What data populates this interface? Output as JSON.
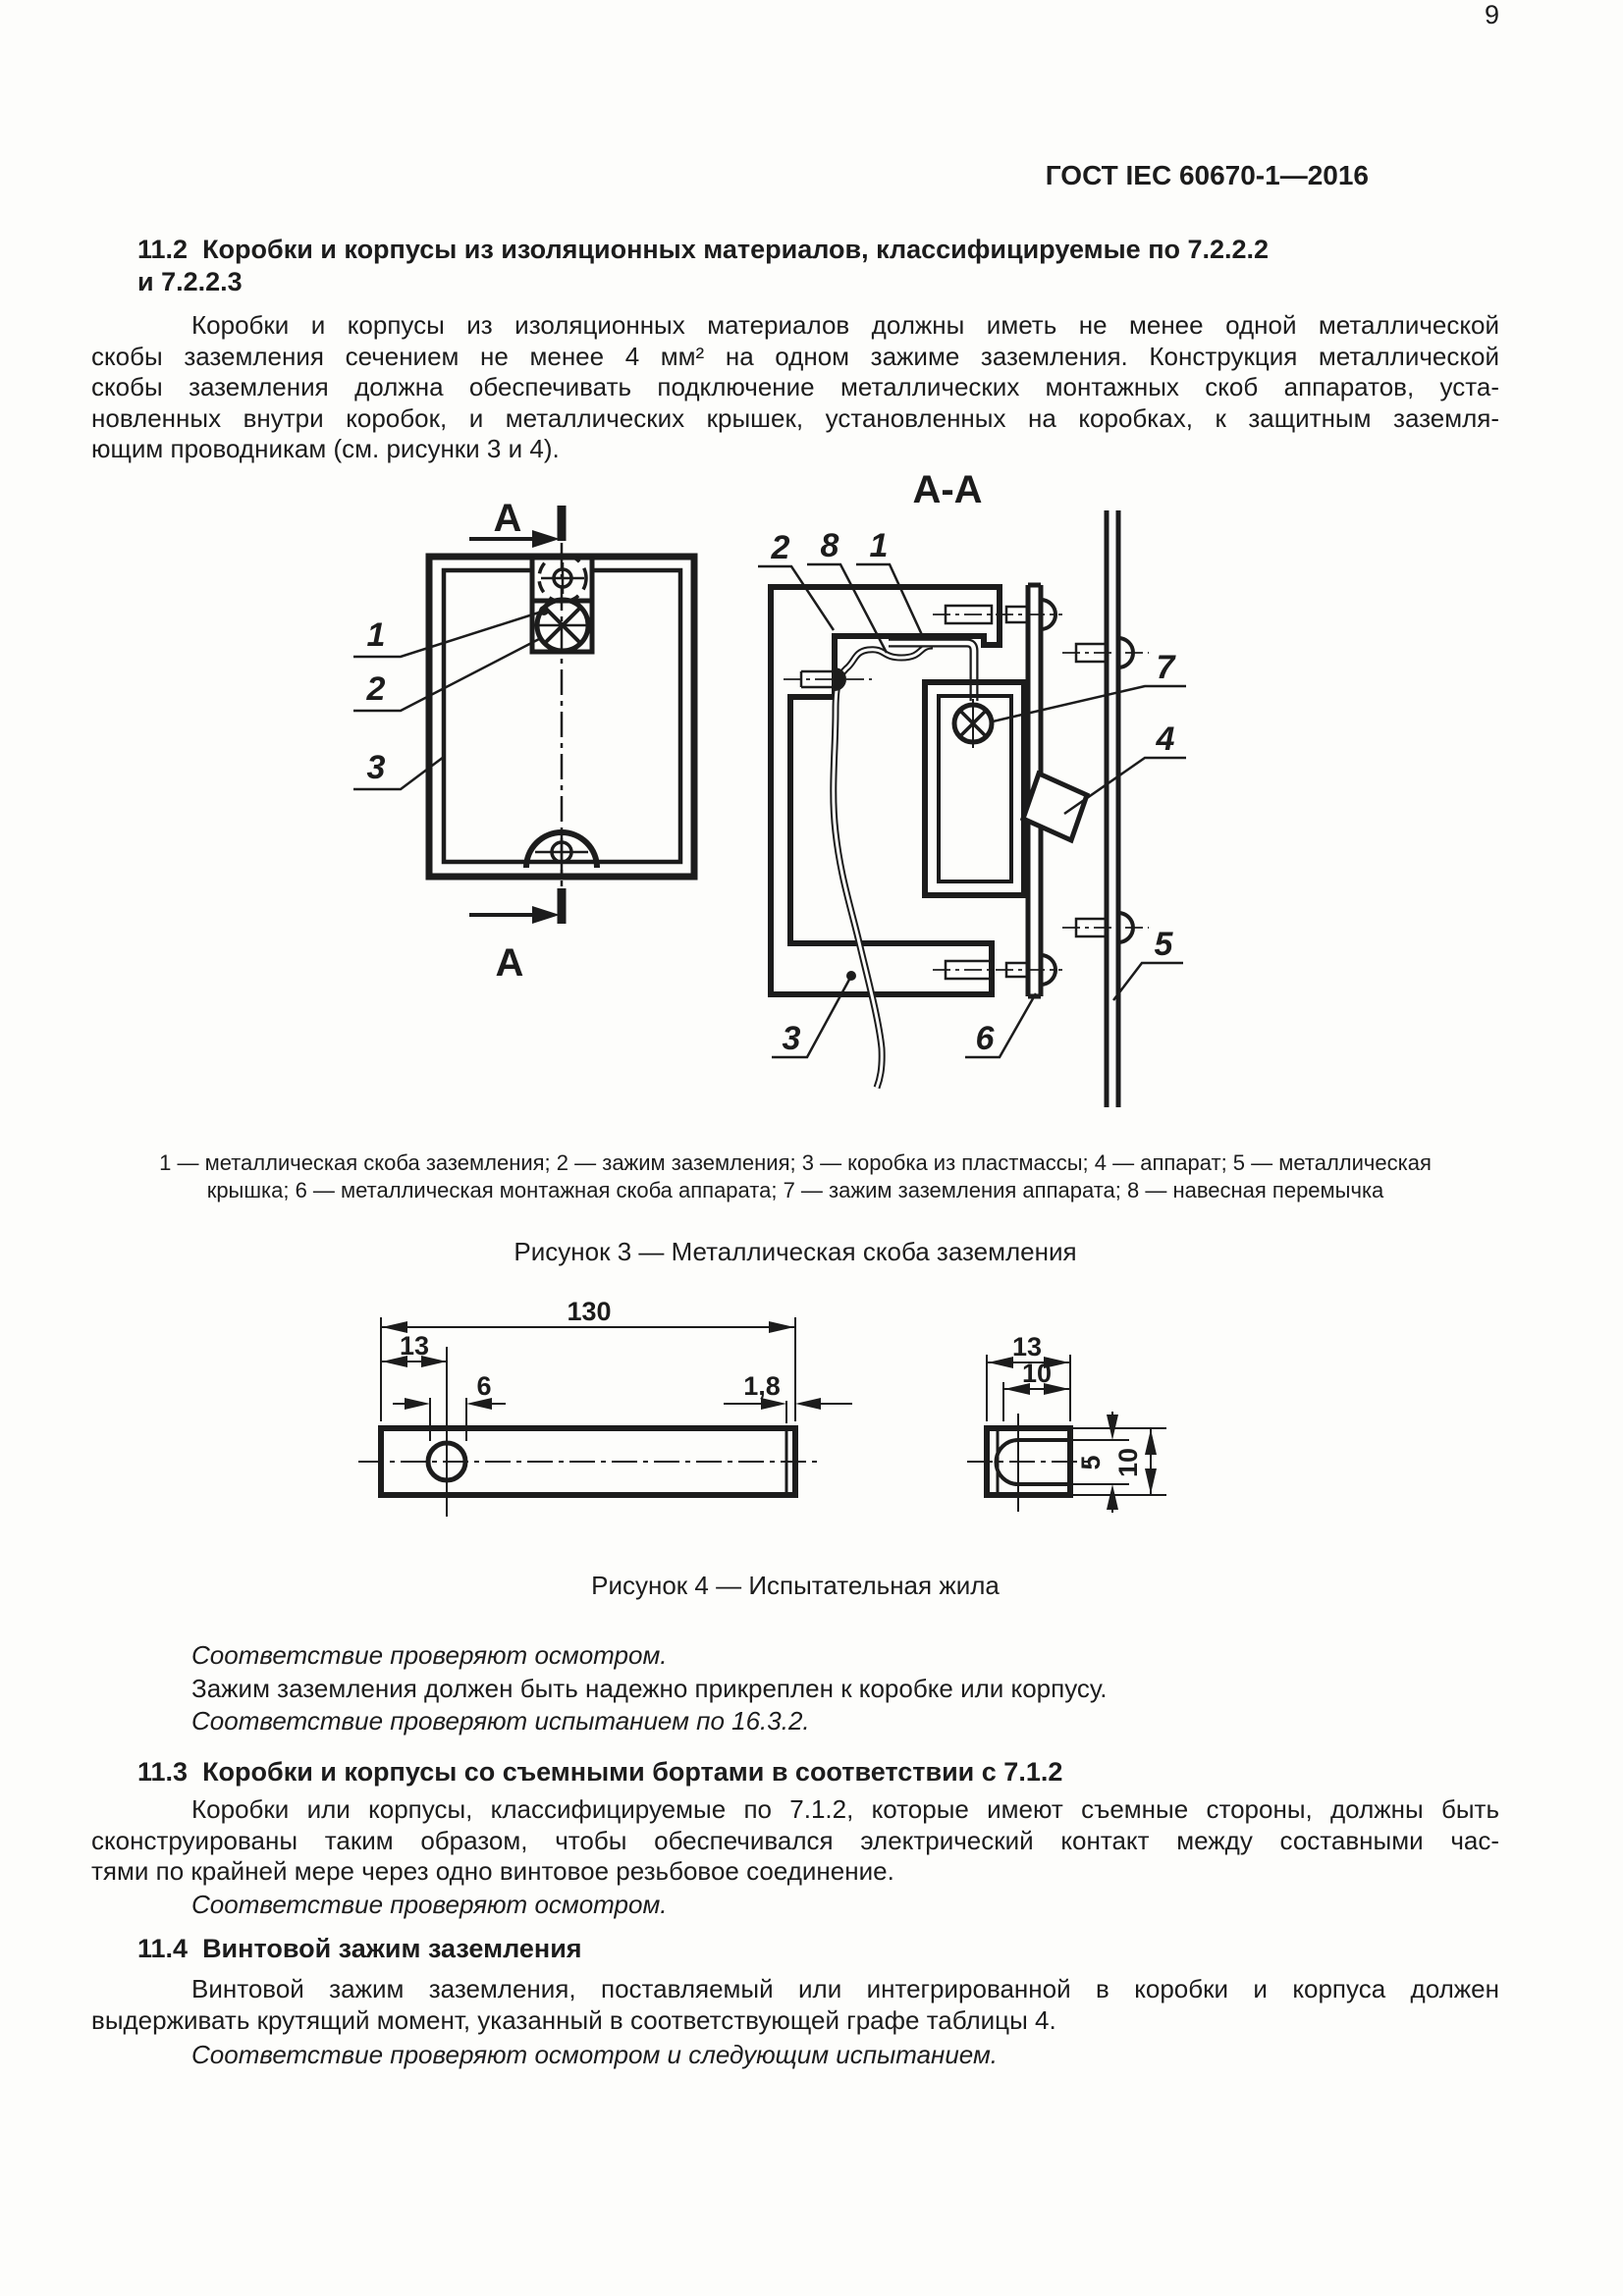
{
  "colors": {
    "ink": "#1c1c1c",
    "paper": "#fdfdfb"
  },
  "page": {
    "header": "ГОСТ IEC 60670-1—2016",
    "number": "9"
  },
  "sections": {
    "h112": {
      "line1": "11.2  Коробки и корпусы из изоляционных материалов, классифицируемые по 7.2.2.2",
      "line2": "и 7.2.2.3"
    },
    "p112": {
      "lines": [
        "Коробки и корпусы из изоляционных материалов должны иметь не менее одной металлической",
        "скобы заземления сечением не менее 4 мм² на одном зажиме заземления. Конструкция металлической",
        "скобы заземления должна обеспечивать подключение металлических монтажных скоб аппаратов, уста-",
        "новленных внутри коробок, и металлических крышек, установленных на коробках, к защитным заземля-",
        "ющим проводникам (см. рисунки 3 и 4)."
      ]
    },
    "legend": {
      "line1": "1 — металлическая скоба заземления; 2 — зажим заземления; 3 — коробка из пластмассы; 4 — аппарат; 5 — металлическая",
      "line2": "крышка; 6 — металлическая монтажная скоба аппарата; 7 — зажим заземления аппарата; 8 — навесная перемычка"
    },
    "fig3_caption": "Рисунок 3 — Металлическая скоба заземления",
    "fig4_caption": "Рисунок 4 — Испытательная жила",
    "check1": "Соответствие проверяют осмотром.",
    "p_clamp": "Зажим заземления должен быть надежно прикреплен к коробке или корпусу.",
    "check2": "Соответствие проверяют испытанием по 16.3.2.",
    "h113": "11.3  Коробки и корпусы со съемными бортами в соответствии с 7.1.2",
    "p113": {
      "lines": [
        "Коробки или корпусы, классифицируемые по 7.1.2, которые имеют съемные стороны, должны быть",
        "сконструированы таким образом, чтобы обеспечивался электрический контакт между составными час-",
        "тями по крайней мере через одно винтовое резьбовое соединение."
      ]
    },
    "check3": "Соответствие проверяют осмотром.",
    "h114": "11.4  Винтовой зажим заземления",
    "p114": {
      "lines": [
        "Винтовой зажим заземления, поставляемый или интегрированной в коробки и корпуса должен",
        "выдерживать крутящий момент, указанный в соответствующей графе таблицы 4."
      ]
    },
    "check4": "Соответствие проверяют осмотром и следующим испытанием."
  },
  "fig3": {
    "section_label": "A",
    "section_title": "А-А",
    "left_callouts": [
      "1",
      "2",
      "3"
    ],
    "right_callouts": [
      "2",
      "8",
      "1",
      "7",
      "4",
      "5",
      "6",
      "3"
    ]
  },
  "fig4": {
    "dim_length": "130",
    "dim_hole_offset": "13",
    "dim_hole_width": "6",
    "dim_end_thickness": "1,8",
    "dim_head_width": "13",
    "dim_slot_depth": "10",
    "dim_slot_height": "5",
    "dim_head_height": "10"
  }
}
